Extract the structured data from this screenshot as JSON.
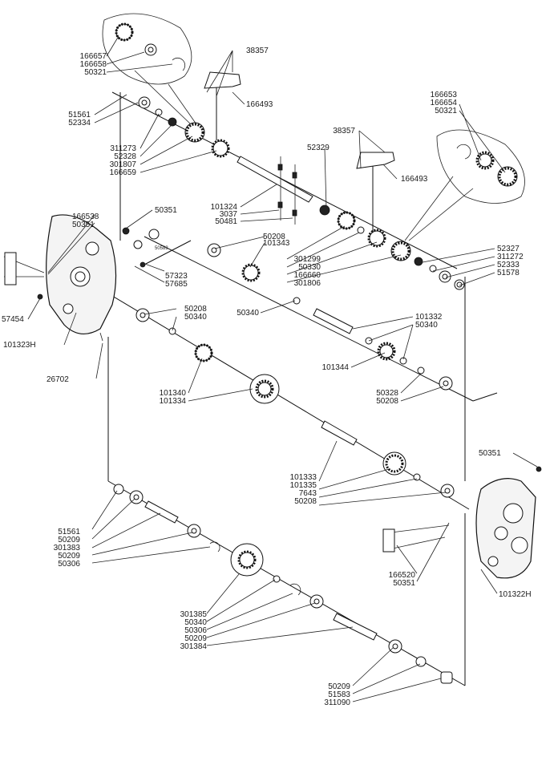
{
  "diagram": {
    "labels": {
      "l166657": "166657",
      "l166658": "166658",
      "l50321a": "50321",
      "l38357a": "38357",
      "l166493a": "166493",
      "l51561a": "51561",
      "l52334": "52334",
      "l311273": "311273",
      "l52328": "52328",
      "l301807": "301807",
      "l166659": "166659",
      "l166653": "166653",
      "l166654": "166654",
      "l50321b": "50321",
      "l38357b": "38357",
      "l166493b": "166493",
      "l52329": "52329",
      "l101324": "101324",
      "l3037": "3037",
      "l50481": "50481",
      "l166538": "166538",
      "l50351a": "50351",
      "l50351b": "50351",
      "l50583": "50583",
      "l57323": "57323",
      "l57685": "57685",
      "l50208a": "50208",
      "l101343": "101343",
      "l301299": "301299",
      "l50330": "50330",
      "l166660": "166660",
      "l301806": "301806",
      "l52327": "52327",
      "l311272": "311272",
      "l52333": "52333",
      "l51578": "51578",
      "l57454": "57454",
      "l50208b": "50208",
      "l50340a": "50340",
      "l50340b": "50340",
      "l101332": "101332",
      "l50340c": "50340",
      "l101323H": "101323H",
      "l26702": "26702",
      "l101344": "101344",
      "l101340": "101340",
      "l101334": "101334",
      "l50328": "50328",
      "l50208c": "50208",
      "l50351c": "50351",
      "l101333": "101333",
      "l101335": "101335",
      "l7643": "7643",
      "l50208d": "50208",
      "l51561b": "51561",
      "l50209a": "50209",
      "l301383": "301383",
      "l50209b": "50209",
      "l50306a": "50306",
      "l166520": "166520",
      "l50351d": "50351",
      "l101322H": "101322H",
      "l301385": "301385",
      "l50340d": "50340",
      "l50306b": "50306",
      "l50209c": "50209",
      "l301384": "301384",
      "l50209d": "50209",
      "l51583": "51583",
      "l311090": "311090"
    }
  }
}
